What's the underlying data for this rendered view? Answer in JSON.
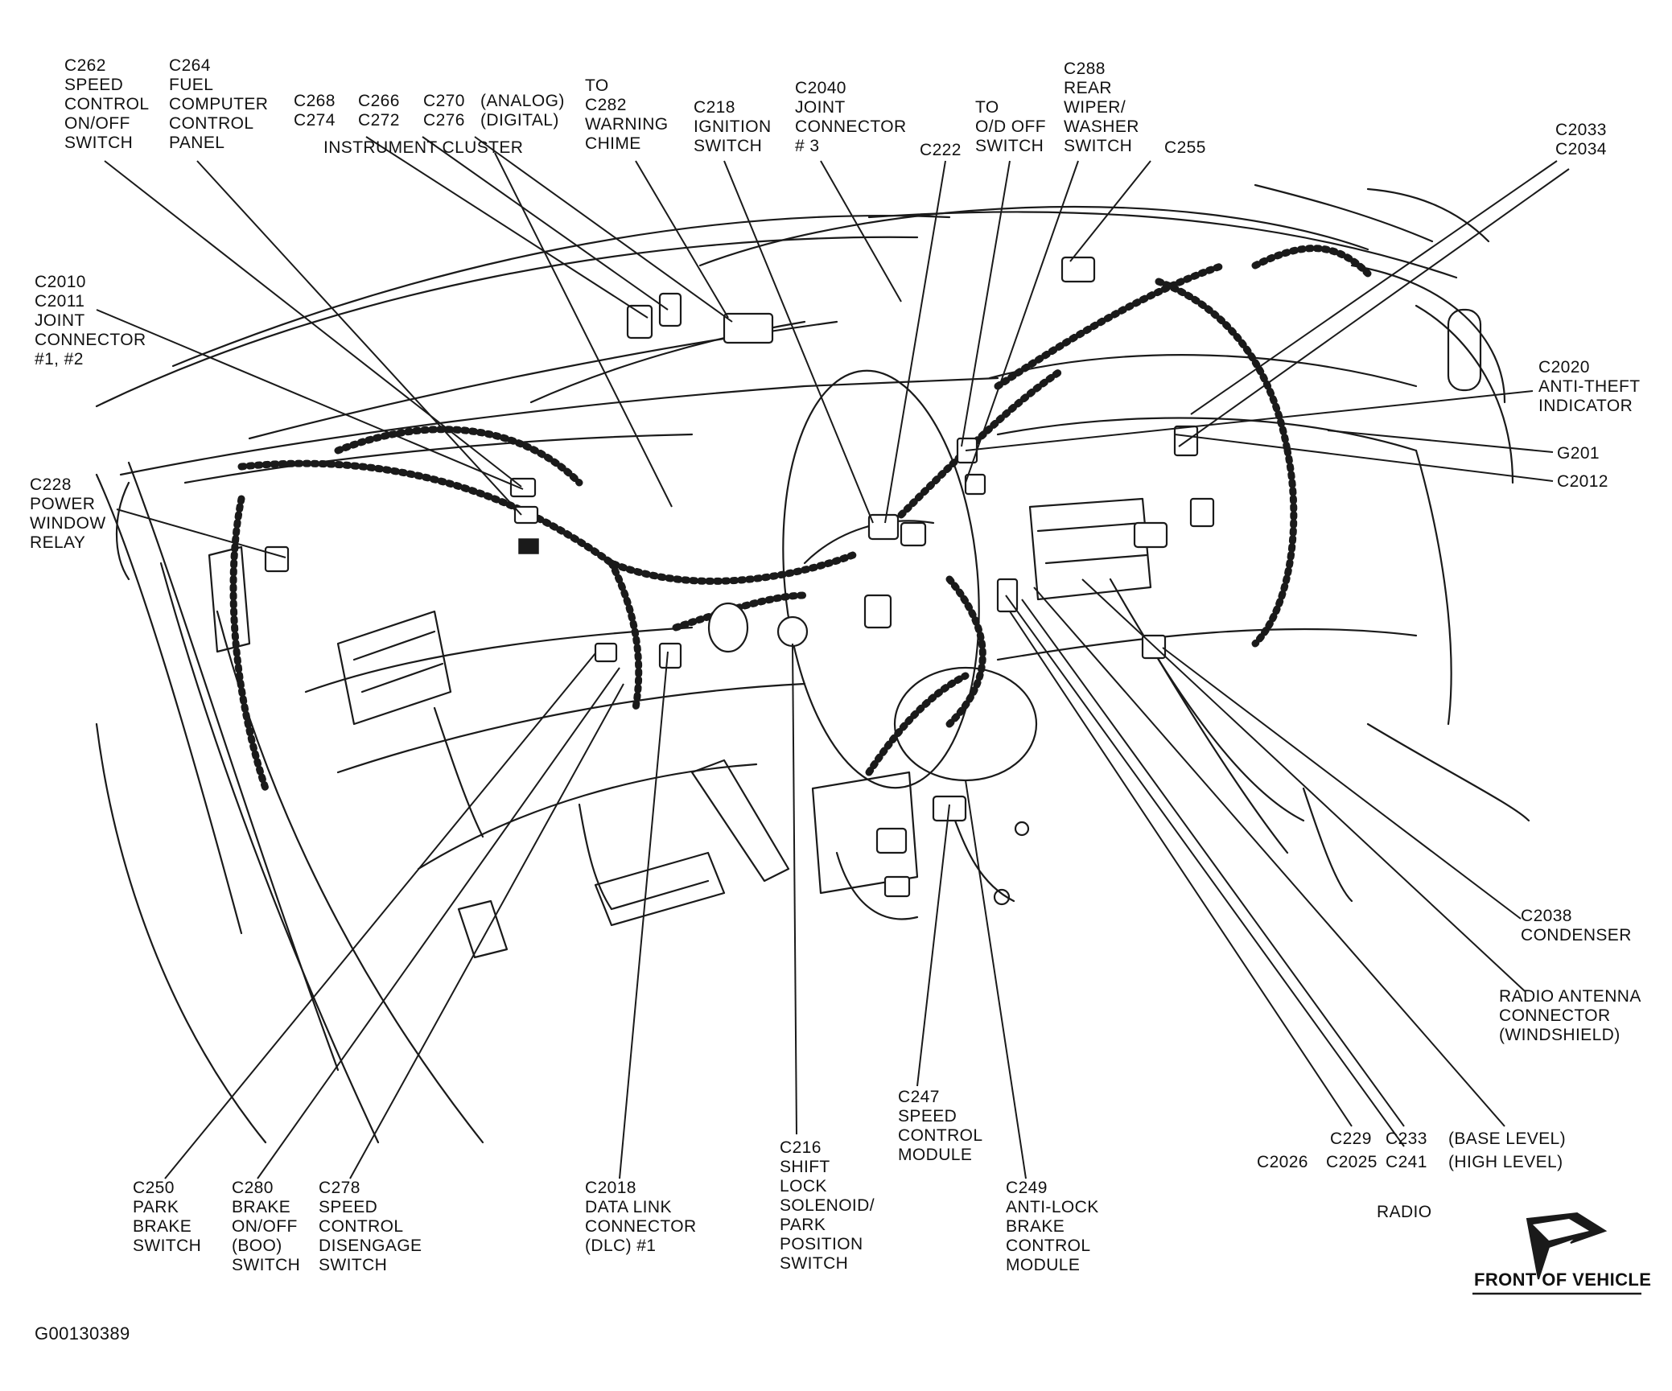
{
  "figure_id": "G00130389",
  "orientation_label": "FRONT OF VEHICLE",
  "labels": {
    "c262": [
      "C262",
      "SPEED",
      "CONTROL",
      "ON/OFF",
      "SWITCH"
    ],
    "c264": [
      "C264",
      "FUEL",
      "COMPUTER",
      "CONTROL",
      "PANEL"
    ],
    "cluster_row1": [
      "C268",
      "C266",
      "C270",
      "(ANALOG)"
    ],
    "cluster_row2": [
      "C274",
      "C272",
      "C276",
      "(DIGITAL)"
    ],
    "cluster_caption": "INSTRUMENT CLUSTER",
    "c282": [
      "TO",
      "C282",
      "WARNING",
      "CHIME"
    ],
    "c218": [
      "C218",
      "IGNITION",
      "SWITCH"
    ],
    "c2040": [
      "C2040",
      "JOINT",
      "CONNECTOR",
      "# 3"
    ],
    "c222": [
      "C222"
    ],
    "od_off": [
      "TO",
      "O/D OFF",
      "SWITCH"
    ],
    "c288": [
      "C288",
      "REAR",
      "WIPER/",
      "WASHER",
      "SWITCH"
    ],
    "c255": [
      "C255"
    ],
    "c2033": [
      "C2033",
      "C2034"
    ],
    "c2010": [
      "C2010",
      "C2011",
      "JOINT",
      "CONNECTOR",
      "#1, #2"
    ],
    "c2020": [
      "C2020",
      "ANTI-THEFT",
      "INDICATOR"
    ],
    "g201": [
      "G201"
    ],
    "c2012": [
      "C2012"
    ],
    "c228": [
      "C228",
      "POWER",
      "WINDOW",
      "RELAY"
    ],
    "c2038": [
      "C2038",
      "CONDENSER"
    ],
    "radio_antenna": [
      "RADIO ANTENNA",
      "CONNECTOR",
      "(WINDSHIELD)"
    ],
    "c250": [
      "C250",
      "PARK",
      "BRAKE",
      "SWITCH"
    ],
    "c280": [
      "C280",
      "BRAKE",
      "ON/OFF",
      "(BOO)",
      "SWITCH"
    ],
    "c278": [
      "C278",
      "SPEED",
      "CONTROL",
      "DISENGAGE",
      "SWITCH"
    ],
    "c2018": [
      "C2018",
      "DATA LINK",
      "CONNECTOR",
      "(DLC) #1"
    ],
    "c216": [
      "C216",
      "SHIFT",
      "LOCK",
      "SOLENOID/",
      "PARK",
      "POSITION",
      "SWITCH"
    ],
    "c247": [
      "C247",
      "SPEED",
      "CONTROL",
      "MODULE"
    ],
    "c249": [
      "C249",
      "ANTI-LOCK",
      "BRAKE",
      "CONTROL",
      "MODULE"
    ],
    "radio_row1": [
      "C229",
      "C233",
      "(BASE LEVEL)"
    ],
    "radio_row2": [
      "C2026",
      "C2025",
      "C241",
      "(HIGH LEVEL)"
    ],
    "radio_caption": "RADIO"
  },
  "icons": [
    "front-of-vehicle-arrow-icon"
  ]
}
